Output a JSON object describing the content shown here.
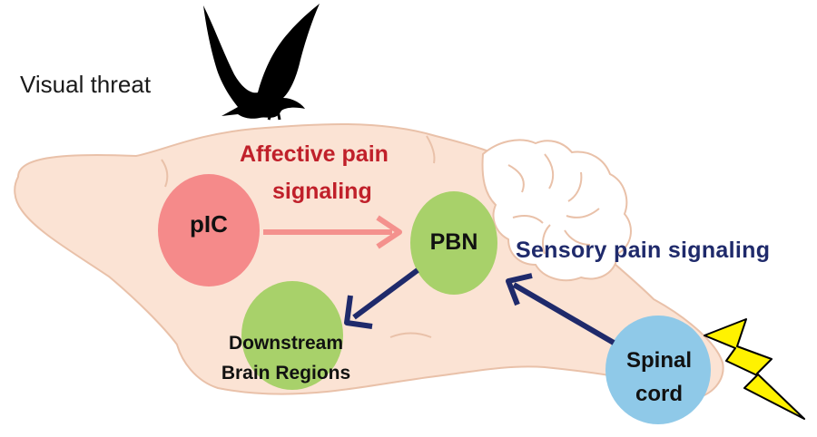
{
  "labels": {
    "visual_threat": "Visual threat",
    "affective_line1": "Affective pain",
    "affective_line2": "signaling",
    "sensory": "Sensory pain signaling"
  },
  "nodes": {
    "pic": "pIC",
    "pbn": "PBN",
    "downstream_line1": "Downstream",
    "downstream_line2": "Brain Regions",
    "spinal_line1": "Spinal",
    "spinal_line2": "cord"
  },
  "colors": {
    "brain": "#fbe3d4",
    "brain_outline": "#e9c1a9",
    "pic": "#f58a8a",
    "pbn": "#a8d16a",
    "downstream": "#a8d16a",
    "spinal": "#8fc9e8",
    "affective_arrow": "#f4918d",
    "sensory_arrow": "#1f2a6b",
    "affective_text": "#c0202a",
    "sensory_text": "#1f2a6b",
    "lightning": "#fff200"
  },
  "icons": [
    "bird-icon",
    "lightning-icon"
  ]
}
